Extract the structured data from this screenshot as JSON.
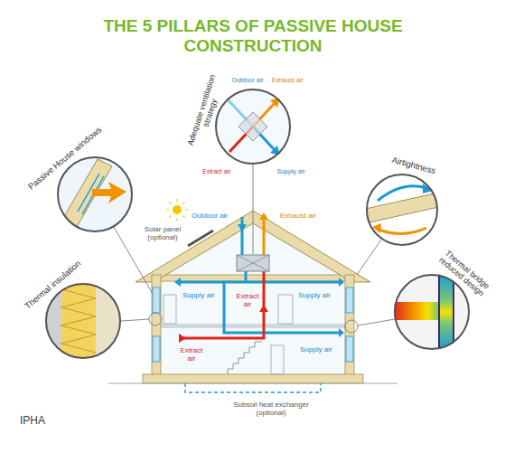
{
  "diagram": {
    "title": "THE 5 PILLARS OF PASSIVE HOUSE CONSTRUCTION",
    "nodes": [
      {
        "text": [
          "Adequate ventilation strategy",
          "Outdoor air",
          "Exhaust air",
          "Extract air",
          "Supply air"
        ]
      },
      {
        "text": [
          "Passive House windows"
        ]
      },
      {
        "text": [
          "Airtightness"
        ]
      },
      {
        "text": [
          "Thermal insulation"
        ]
      },
      {
        "text": [
          "Thermal bridge reduced design"
        ]
      }
    ],
    "labels": [
      "Outdoor air",
      "Exhaust air",
      "Solar panel (optional)",
      "Supply air",
      "Extract air",
      "Supply air",
      "Extract air",
      "Supply air",
      "Subsoil heat exchanger (optional)",
      "IPHA"
    ]
  }
}
